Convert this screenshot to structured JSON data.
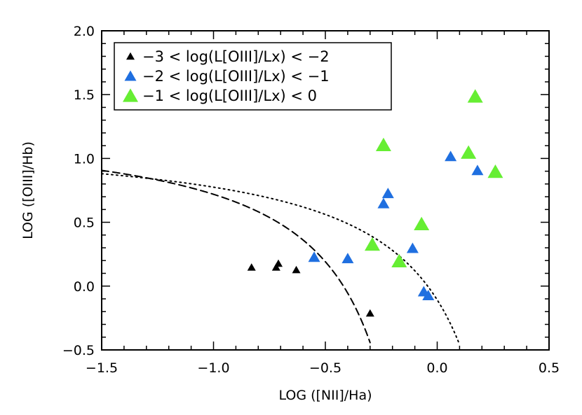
{
  "chart_data": {
    "type": "scatter",
    "xlabel": "LOG ([NII]/Ha)",
    "ylabel": "LOG ([OIII]/Hb)",
    "xlim": [
      -1.5,
      0.5
    ],
    "ylim": [
      -0.5,
      2.0
    ],
    "xticks": [
      "-1.5",
      "-1.0",
      "-0.5",
      "0.0",
      "0.5"
    ],
    "yticks": [
      "-0.5",
      "0.0",
      "0.5",
      "1.0",
      "1.5",
      "2.0"
    ],
    "legend_placement": "top-left",
    "series": [
      {
        "name": "−3 < log(L[OIII]/Lx) < −2",
        "color": "#000000",
        "marker": "triangle-small",
        "points": [
          [
            -0.83,
            0.15
          ],
          [
            -0.72,
            0.15
          ],
          [
            -0.71,
            0.18
          ],
          [
            -0.63,
            0.13
          ],
          [
            -0.3,
            -0.21
          ]
        ]
      },
      {
        "name": "−2 < log(L[OIII]/Lx) < −1",
        "color": "#1f6fe0",
        "marker": "triangle-medium",
        "points": [
          [
            -0.55,
            0.23
          ],
          [
            -0.4,
            0.22
          ],
          [
            -0.24,
            0.65
          ],
          [
            -0.22,
            0.73
          ],
          [
            -0.11,
            0.3
          ],
          [
            -0.06,
            -0.04
          ],
          [
            -0.04,
            -0.07
          ],
          [
            0.06,
            1.02
          ],
          [
            0.18,
            0.91
          ]
        ]
      },
      {
        "name": "−1 < log(L[OIII]/Lx) < 0",
        "color": "#66ee33",
        "marker": "triangle-large",
        "points": [
          [
            -0.29,
            0.33
          ],
          [
            -0.24,
            1.11
          ],
          [
            -0.17,
            0.2
          ],
          [
            -0.07,
            0.49
          ],
          [
            0.14,
            1.05
          ],
          [
            0.17,
            1.49
          ],
          [
            0.26,
            0.9
          ]
        ]
      }
    ],
    "curves": [
      {
        "name": "",
        "style": "dashed",
        "x_range": [
          -1.5,
          -0.3
        ]
      },
      {
        "name": "",
        "style": "dotted",
        "x_range": [
          -1.5,
          0.1
        ]
      }
    ]
  }
}
